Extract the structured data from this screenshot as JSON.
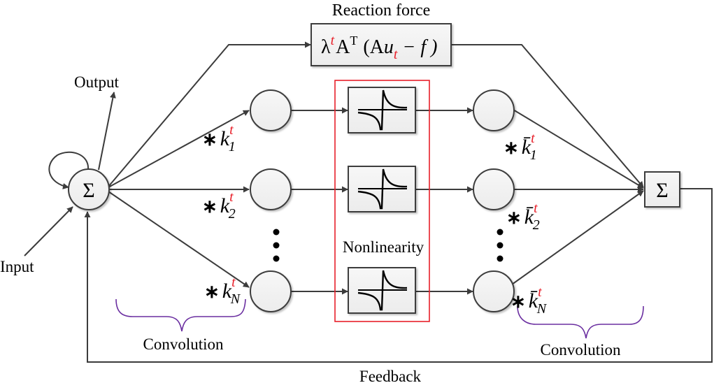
{
  "labels": {
    "reaction_force": "Reaction force",
    "output": "Output",
    "input": "Input",
    "nonlinearity": "Nonlinearity",
    "convolution_left": "Convolution",
    "convolution_right": "Convolution",
    "feedback": "Feedback"
  },
  "sum_symbol": "Σ",
  "reaction_box": {
    "lambda": "λ",
    "sup_t": "t",
    "A": "A",
    "transpose": "T",
    "open": "(A",
    "u": "u",
    "sub_t": "t",
    "rest": " − f )"
  },
  "left_kernels": [
    {
      "star": "∗",
      "k": "k",
      "sub": "1",
      "sup": "t"
    },
    {
      "star": "∗",
      "k": "k",
      "sub": "2",
      "sup": "t"
    },
    {
      "star": "∗",
      "k": "k",
      "sub": "N",
      "sup": "t"
    }
  ],
  "right_kernels": [
    {
      "star": "∗",
      "k": "k̄",
      "sub": "1",
      "sup": "t"
    },
    {
      "star": "∗",
      "k": "k̄",
      "sub": "2",
      "sup": "t"
    },
    {
      "star": "∗",
      "k": "k̄",
      "sub": "N",
      "sup": "t"
    }
  ],
  "ellipsis": "⋮",
  "colors": {
    "line": "#3c3c3c",
    "accent_red": "#e8202a",
    "brace_purple": "#6a2ea0",
    "node_fill": "#f2f2f2"
  }
}
